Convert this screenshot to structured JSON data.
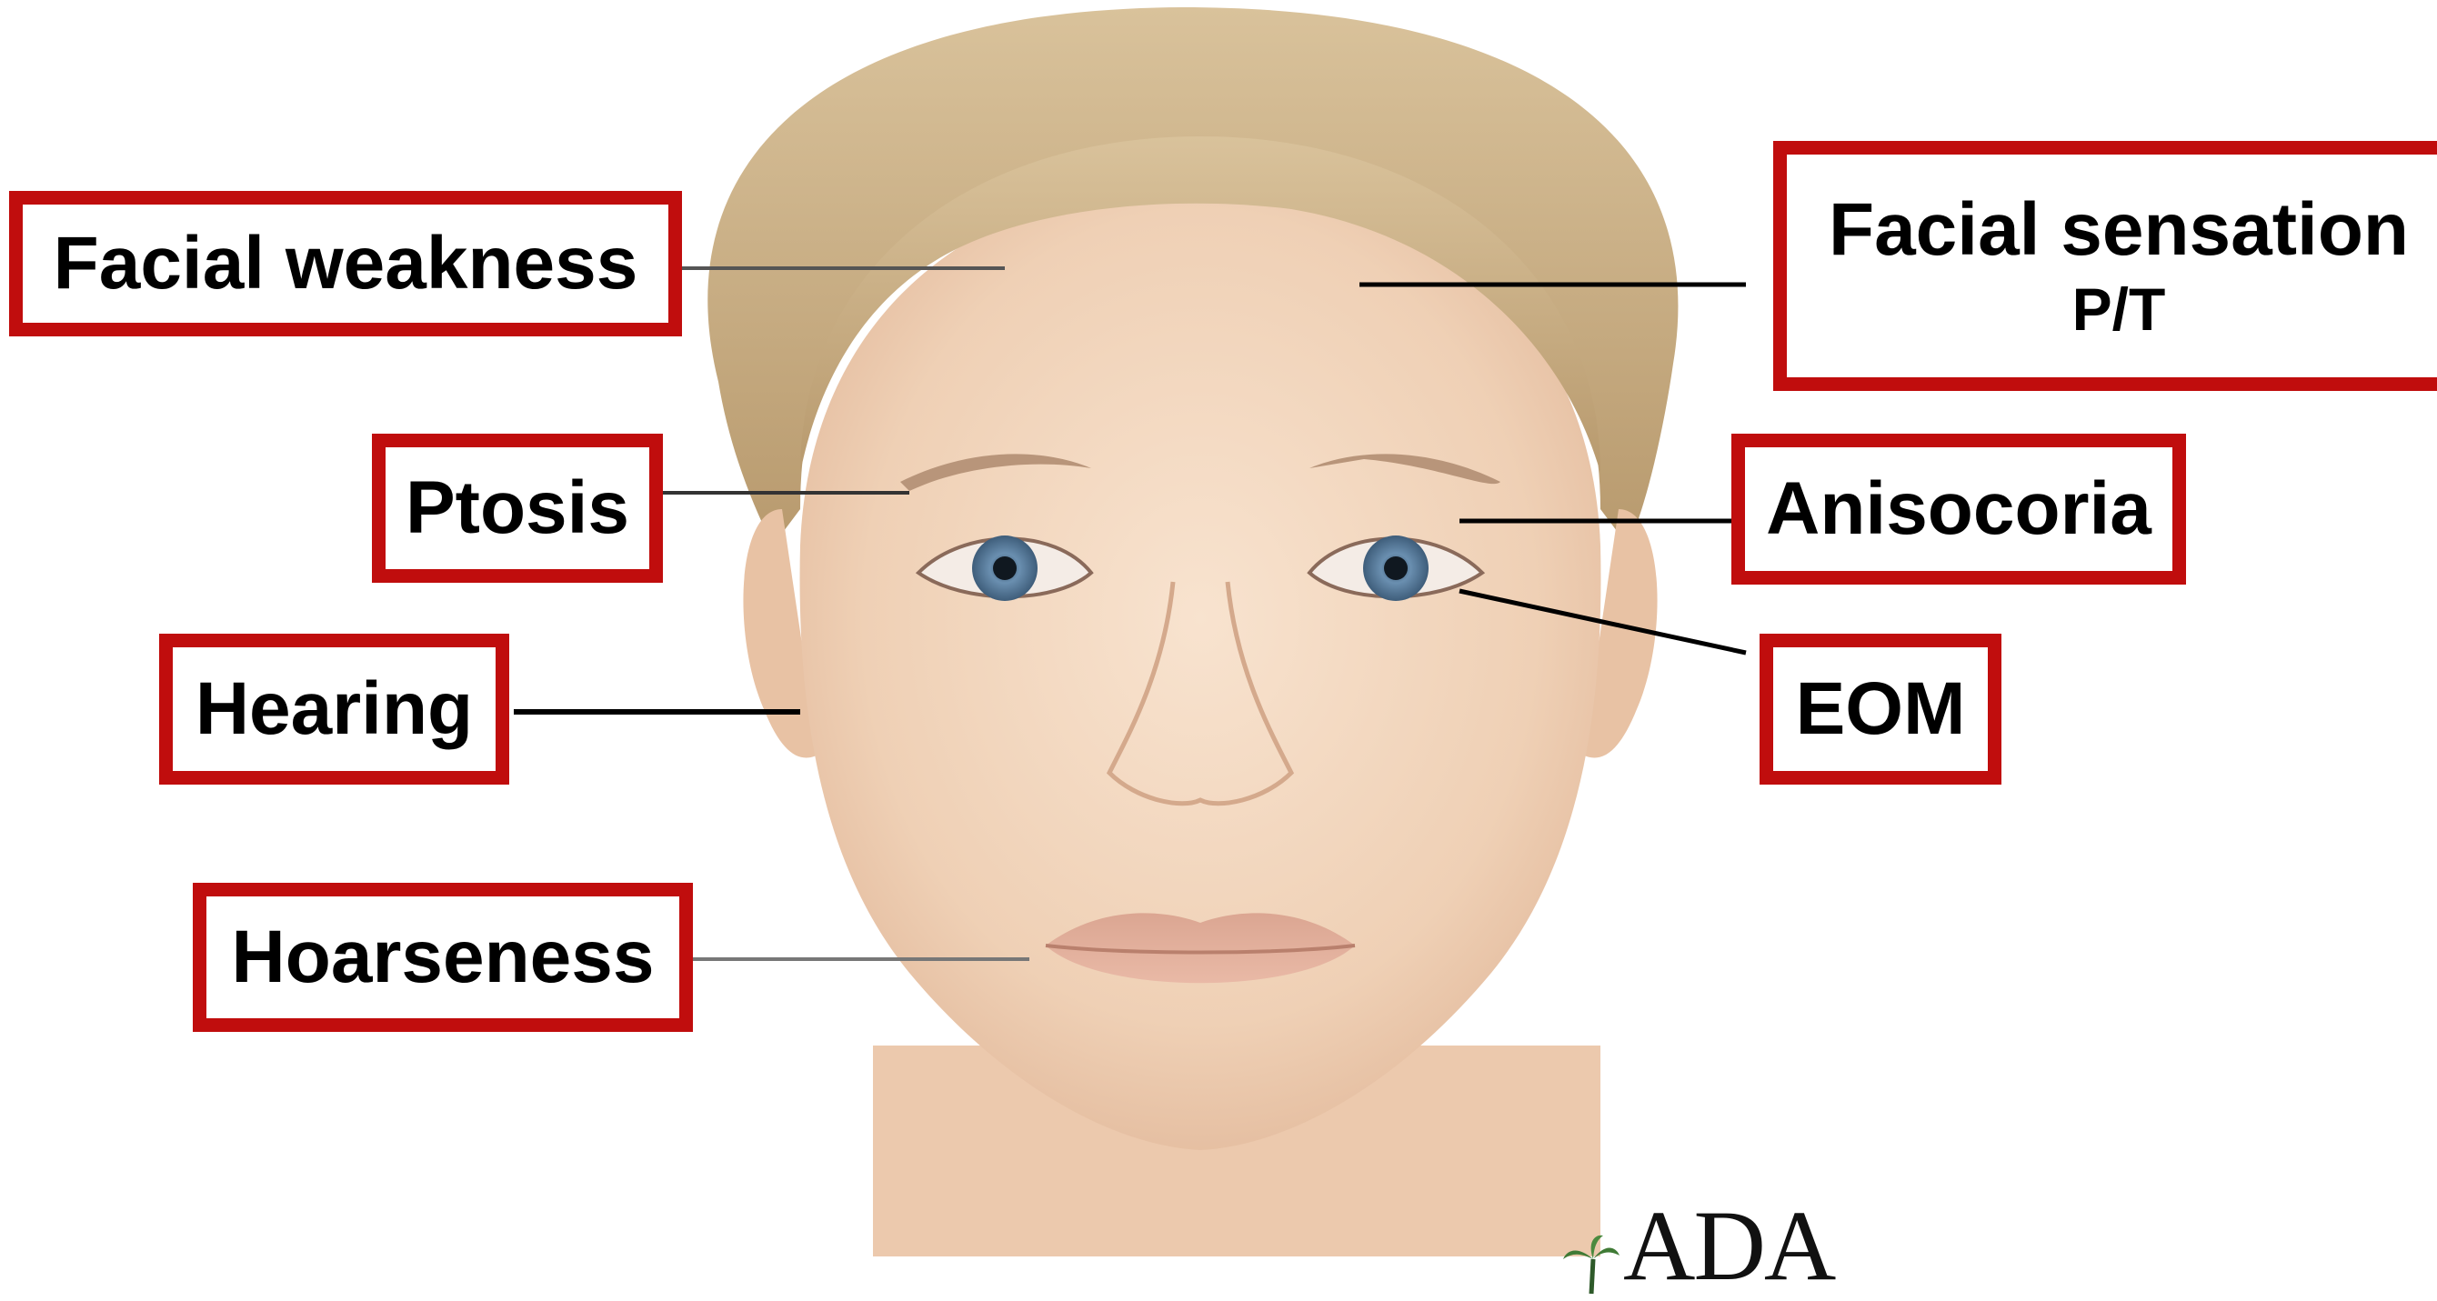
{
  "labels": {
    "facial_weakness": "Facial weakness",
    "ptosis": "Ptosis",
    "hearing": "Hearing",
    "hoarseness": "Hoarseness",
    "facial_sensation": "Facial sensation",
    "facial_sensation_sub": "P/T",
    "anisocoria": "Anisocoria",
    "eom": "EOM"
  },
  "watermark": "ADA",
  "colors": {
    "box_border": "#c00d0d",
    "leader_line": "#000000",
    "hair": "#cdb58c",
    "skin": "#f1d5bd",
    "iris": "#5c7f9e"
  }
}
